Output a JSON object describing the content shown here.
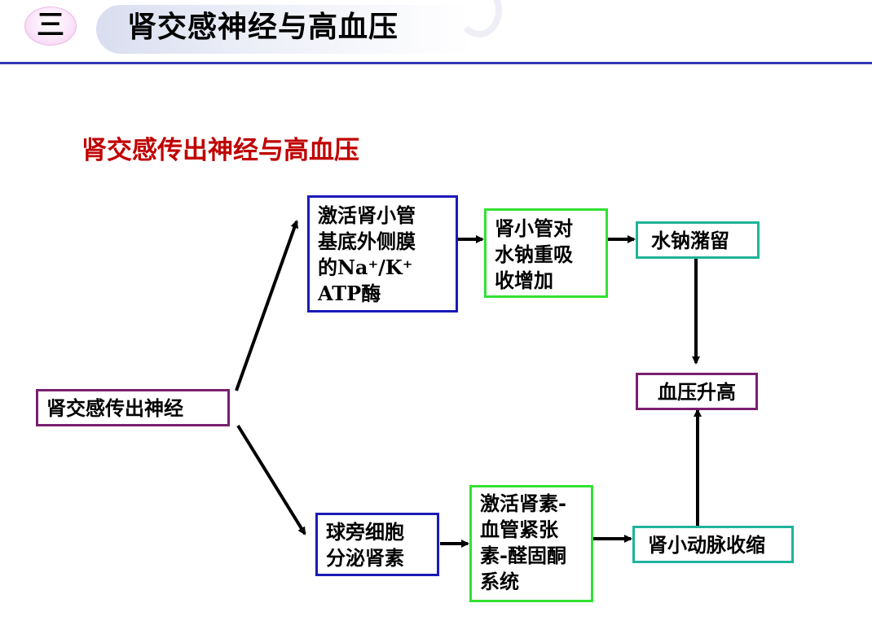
{
  "header": {
    "section_number": "三",
    "title": "肾交感神经与高血压"
  },
  "subtitle": "肾交感传出神经与高血压",
  "nodes": {
    "source": {
      "lines": [
        "肾交感传出神经"
      ]
    },
    "atpase": {
      "lines": [
        "激活肾小管",
        "基底外侧膜",
        "的Na⁺/K⁺",
        "ATP酶"
      ]
    },
    "reabsorb": {
      "lines": [
        "肾小管对",
        "水钠重吸",
        "收增加"
      ]
    },
    "retention": {
      "lines": [
        "水钠潴留"
      ]
    },
    "bp_rise": {
      "lines": [
        "血压升高"
      ]
    },
    "renin_secretion": {
      "lines": [
        "球旁细胞",
        "分泌肾素"
      ]
    },
    "raas": {
      "lines": [
        "激活肾素-",
        "血管紧张",
        "素-醛固酮",
        "系统"
      ]
    },
    "vasoconstriction": {
      "lines": [
        "肾小动脉收缩"
      ]
    }
  },
  "colors": {
    "title_red": "#c00000",
    "header_line": "#3338b8",
    "border_purple": "#7a1f6f",
    "border_blue": "#1a1ab8",
    "border_green": "#33e033",
    "border_teal": "#1fb39a"
  }
}
